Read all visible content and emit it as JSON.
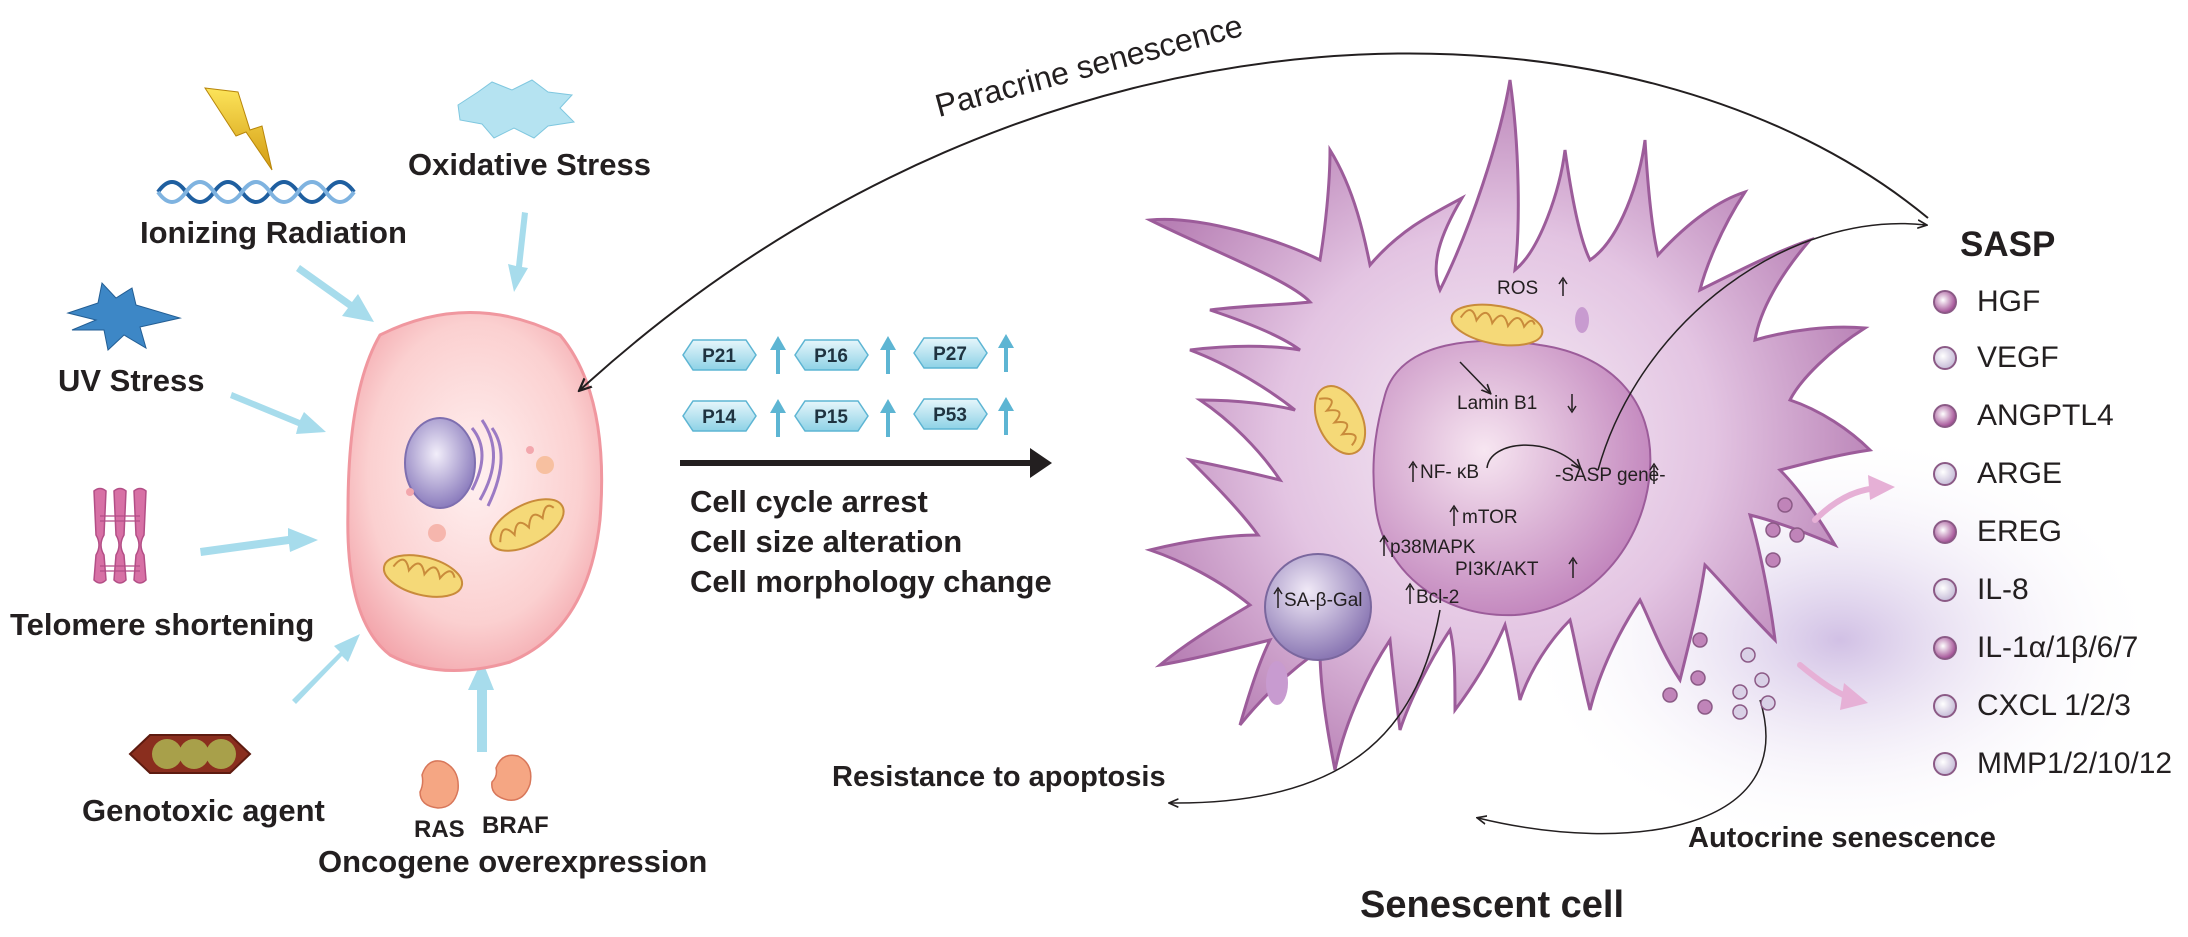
{
  "stressors": {
    "ionizing_radiation": "Ionizing Radiation",
    "oxidative_stress": "Oxidative Stress",
    "uv_stress": "UV Stress",
    "telomere_shortening": "Telomere shortening",
    "genotoxic_agent": "Genotoxic agent",
    "ras": "RAS",
    "braf": "BRAF",
    "oncogene_overexpression": "Oncogene overexpression"
  },
  "markers": [
    "P21",
    "P16",
    "P27",
    "P14",
    "P15",
    "P53"
  ],
  "effects": [
    "Cell cycle arrest",
    "Cell size alteration",
    "Cell morphology change"
  ],
  "paracrine": "Paracrine senescence",
  "autocrine": "Autocrine senescence",
  "apoptosis": "Resistance to apoptosis",
  "senescent_cell": "Senescent cell",
  "inner": {
    "ros": "ROS",
    "lamin": "Lamin B1",
    "nfkb": "NF- κB",
    "sasp_gene": "-SASP gene-",
    "mtor": "mTOR",
    "p38": "p38MAPK",
    "pi3k": "PI3K/AKT",
    "bcl2": "Bcl-2",
    "sa_gal": "SA-β-Gal"
  },
  "sasp": {
    "title": "SASP",
    "items": [
      {
        "label": "HGF",
        "color": "#a24f95"
      },
      {
        "label": "VEGF",
        "color": "#c7bdd8"
      },
      {
        "label": "ANGPTL4",
        "color": "#a24f95"
      },
      {
        "label": "ARGE",
        "color": "#c7bdd8"
      },
      {
        "label": "EREG",
        "color": "#a24f95"
      },
      {
        "label": "IL-8",
        "color": "#c7bdd8"
      },
      {
        "label": "IL-1α/1β/6/7",
        "color": "#a24f95"
      },
      {
        "label": "CXCL 1/2/3",
        "color": "#c7bdd8"
      },
      {
        "label": "MMP1/2/10/12",
        "color": "#c7bdd8"
      }
    ]
  }
}
